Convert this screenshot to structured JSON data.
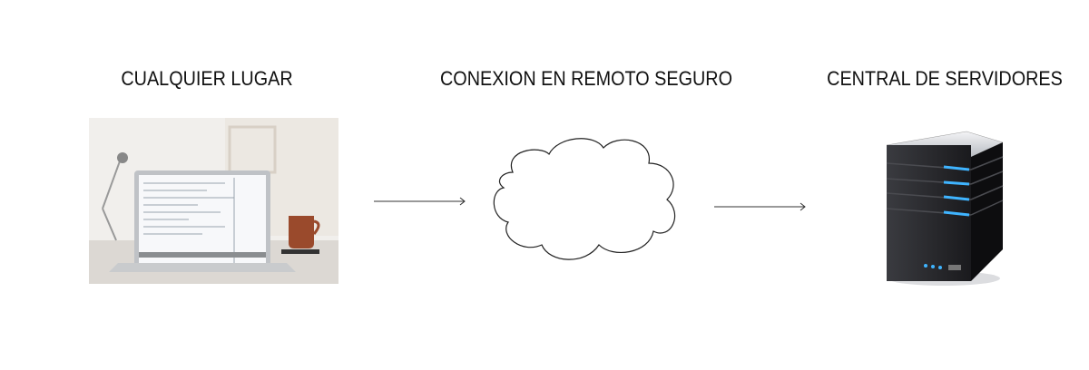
{
  "nodes": [
    {
      "title": "CUALQUIER LUGAR",
      "icon": "laptop-photo"
    },
    {
      "title": "CONEXION EN REMOTO SEGURO",
      "icon": "cloud-icon"
    },
    {
      "title": "CENTRAL DE SERVIDORES",
      "icon": "server-icon"
    }
  ],
  "colors": {
    "led": "#3fb4ff",
    "server": "#1c1c1e",
    "text": "#111111"
  }
}
